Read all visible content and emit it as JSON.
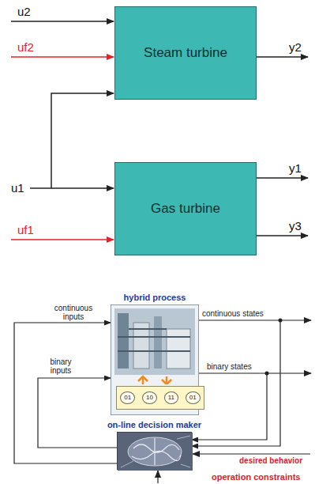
{
  "diagram": {
    "nodes": [
      {
        "text": [
          "Steam turbine"
        ]
      },
      {
        "text": [
          "Gas turbine"
        ]
      },
      {
        "text": [
          "hybrid process"
        ]
      },
      {
        "text": [
          "01",
          "10",
          "11",
          "01"
        ],
        "in": 2
      },
      {
        "text": [
          "on-line decision maker"
        ]
      }
    ],
    "edges": [
      {
        "from": 4,
        "to": 2,
        "label": "continuous inputs",
        "arrow": "to"
      },
      {
        "from": 4,
        "to": 2,
        "label": "binary inputs",
        "arrow": "to"
      },
      {
        "from": 2,
        "to": 4,
        "label": "continuous states",
        "arrow": "to"
      },
      {
        "from": 2,
        "to": 4,
        "label": "binary states",
        "arrow": "to"
      }
    ],
    "labels": [
      "u2",
      "uf2",
      "u1",
      "uf1",
      "y2",
      "y1",
      "y3",
      "desired behavior",
      "operation constraints"
    ]
  }
}
